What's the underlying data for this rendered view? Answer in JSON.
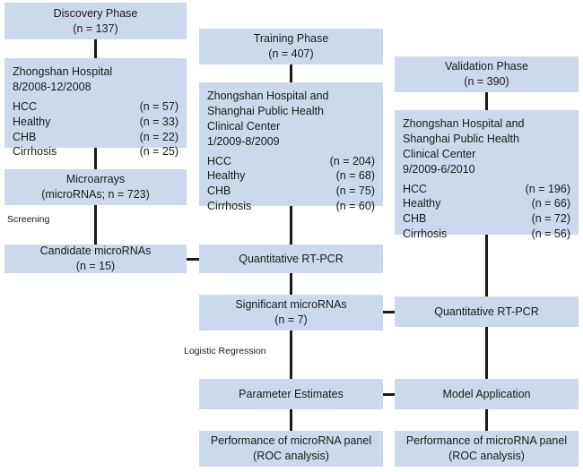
{
  "figure": {
    "type": "flowchart",
    "title": "microRNA panel study design flowchart",
    "accent_color": "#ccd9ec",
    "connector_color": "#1a1a1a",
    "background": "#ffffff"
  },
  "columns": {
    "discovery": {
      "phase": {
        "line1": "Discovery Phase",
        "line2": "(n = 137)"
      },
      "cohort": {
        "site_line1": "Zhongshan Hospital",
        "dates": "8/2008-12/2008",
        "groups": [
          {
            "label": "HCC",
            "n": "(n = 57)"
          },
          {
            "label": "Healthy",
            "n": "(n = 33)"
          },
          {
            "label": "CHB",
            "n": "(n = 22)"
          },
          {
            "label": "Cirrhosis",
            "n": "(n = 25)"
          }
        ]
      },
      "assay": {
        "line1": "Microarrays",
        "line2": "(microRNAs; n = 723)"
      },
      "step_label": "Screening",
      "result": {
        "line1": "Candidate microRNAs",
        "line2": "(n = 15)"
      }
    },
    "training": {
      "phase": {
        "line1": "Training Phase",
        "line2": "(n = 407)"
      },
      "cohort": {
        "site_line1": "Zhongshan Hospital and",
        "site_line2": "Shanghai Public Health",
        "site_line3": "Clinical Center",
        "dates": "1/2009-8/2009",
        "groups": [
          {
            "label": "HCC",
            "n": "(n = 204)"
          },
          {
            "label": "Healthy",
            "n": "(n = 68)"
          },
          {
            "label": "CHB",
            "n": "(n = 75)"
          },
          {
            "label": "Cirrhosis",
            "n": "(n = 60)"
          }
        ]
      },
      "assay": {
        "line1": "Quantitative RT-PCR"
      },
      "result": {
        "line1": "Significant microRNAs",
        "line2": "(n = 7)"
      },
      "step_label": "Logistic Regression",
      "model": {
        "line1": "Parameter Estimates"
      },
      "performance": {
        "line1": "Performance of microRNA panel",
        "line2": "(ROC analysis)"
      }
    },
    "validation": {
      "phase": {
        "line1": "Validation Phase",
        "line2": "(n = 390)"
      },
      "cohort": {
        "site_line1": "Zhongshan Hospital and",
        "site_line2": "Shanghai Public Health",
        "site_line3": "Clinical Center",
        "dates": "9/2009-6/2010",
        "groups": [
          {
            "label": "HCC",
            "n": "(n = 196)"
          },
          {
            "label": "Healthy",
            "n": "(n = 66)"
          },
          {
            "label": "CHB",
            "n": "(n = 72)"
          },
          {
            "label": "Cirrhosis",
            "n": "(n = 56)"
          }
        ]
      },
      "assay": {
        "line1": "Quantitative RT-PCR"
      },
      "model": {
        "line1": "Model Application"
      },
      "performance": {
        "line1": "Performance of microRNA panel",
        "line2": "(ROC analysis)"
      }
    }
  }
}
